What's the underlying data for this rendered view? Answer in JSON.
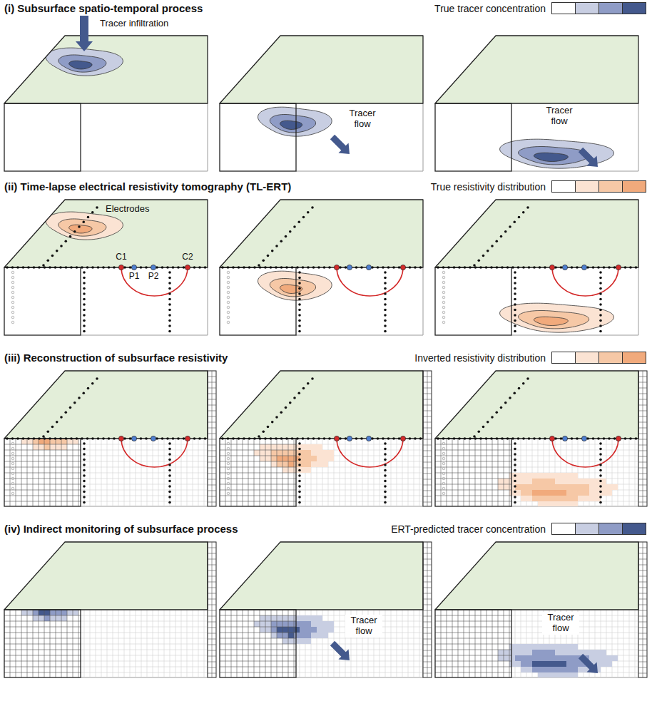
{
  "diagram": {
    "labels": [
      "(i) Subsurface spatio-temporal process",
      "Tracer infiltration",
      "Tracer flow",
      "Tracer flow",
      "(ii) Time-lapse electrical resistivity tomography (TL-ERT)",
      "Electrodes",
      "C1",
      "P1",
      "P2",
      "C2",
      "(iii) Reconstruction of subsurface resistivity",
      "(iv) Indirect monitoring of subsurface process",
      "Tracer flow",
      "Tracer flow"
    ],
    "legend": [
      {
        "text": "True tracer concentration"
      },
      {
        "text": "True resistivity distribution"
      },
      {
        "text": "Inverted resistivity distribution"
      },
      {
        "text": "ERT-predicted tracer concentration"
      }
    ]
  }
}
